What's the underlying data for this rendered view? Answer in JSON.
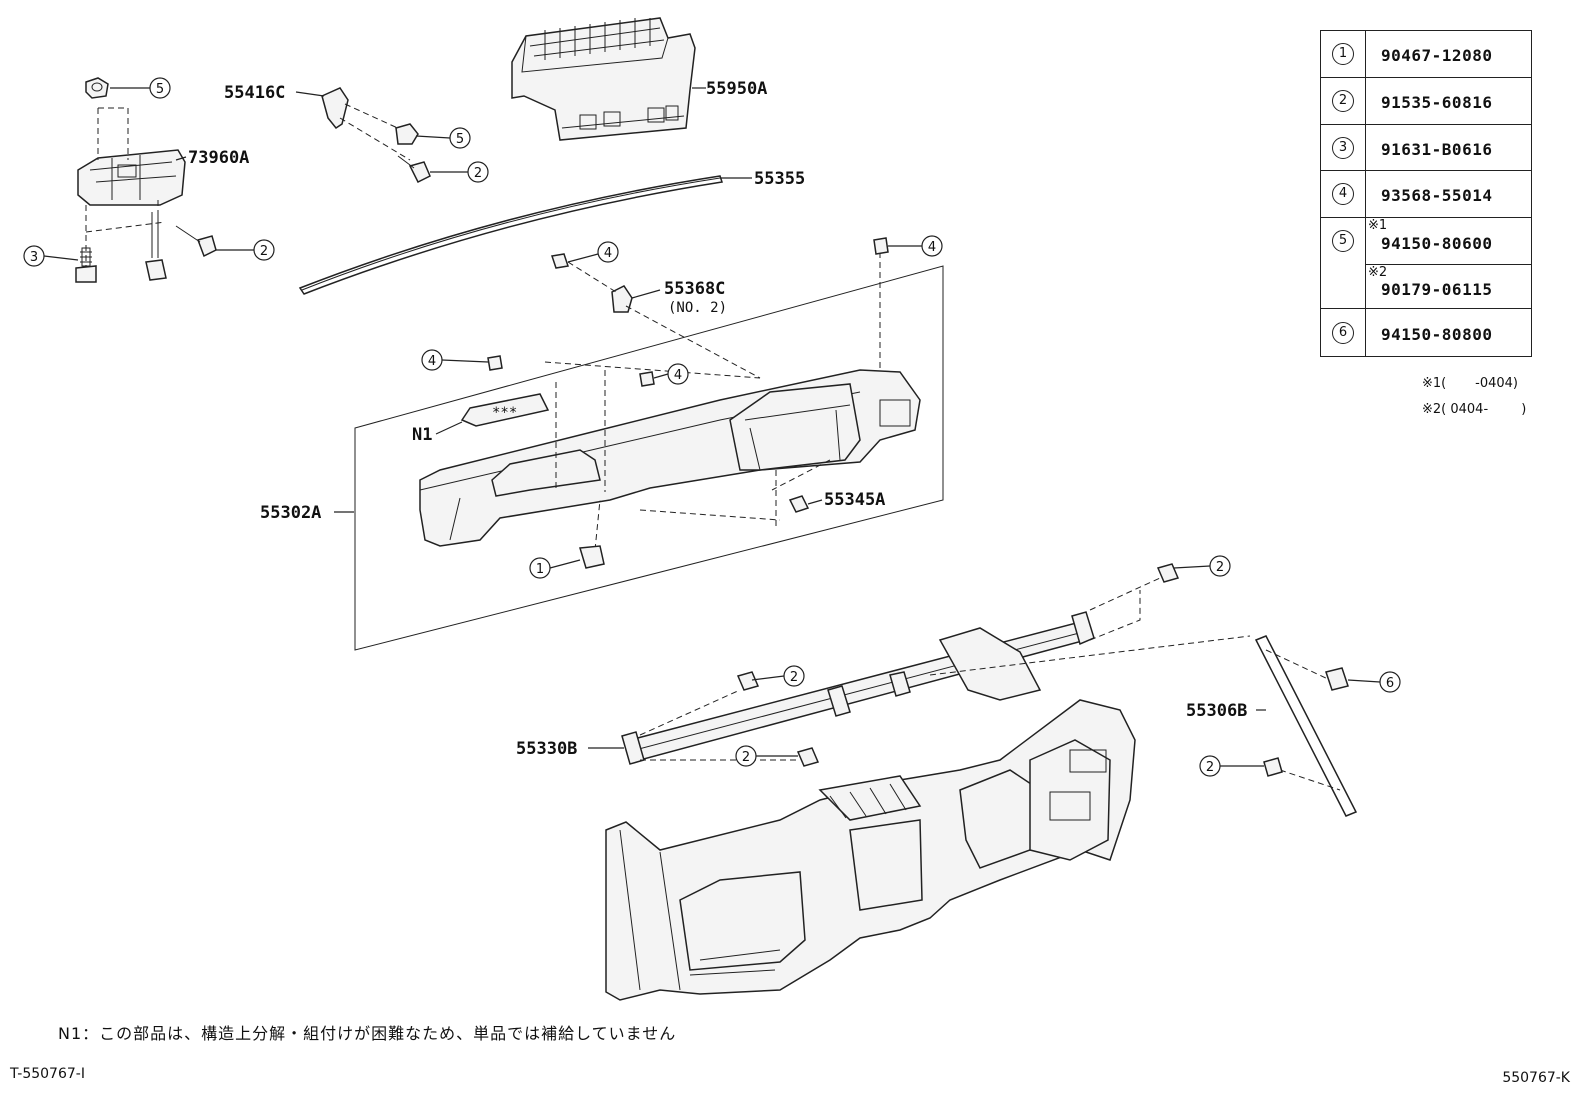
{
  "callouts": {
    "label_55416C": "55416C",
    "label_55950A": "55950A",
    "label_73960A": "73960A",
    "label_55355": "55355",
    "label_55368C": "55368C",
    "label_55368C_sub": "(NO. 2)",
    "label_N1": "N1",
    "label_55302A": "55302A",
    "label_55345A": "55345A",
    "label_55330B": "55330B",
    "label_55306B": "55306B"
  },
  "circle_numbers": {
    "one": "1",
    "two": "2",
    "three": "3",
    "four": "4",
    "five": "5",
    "six": "6"
  },
  "legend": {
    "rows": [
      {
        "num": "1",
        "part": "90467-12080"
      },
      {
        "num": "2",
        "part": "91535-60816"
      },
      {
        "num": "3",
        "part": "91631-B0616"
      },
      {
        "num": "4",
        "part": "93568-55014"
      },
      {
        "num": "5",
        "mark1": "※1",
        "part1": "94150-80600",
        "mark2": "※2",
        "part2": "90179-06115"
      },
      {
        "num": "6",
        "part": "94150-80800"
      }
    ]
  },
  "notes": {
    "note1": "※1(       -0404)",
    "note2": "※2( 0404-        )"
  },
  "footnote": "N1：この部品は、構造上分解・組付けが困難なため、単品では補給していません",
  "code_left": "T-550767-I",
  "code_right": "550767-K"
}
